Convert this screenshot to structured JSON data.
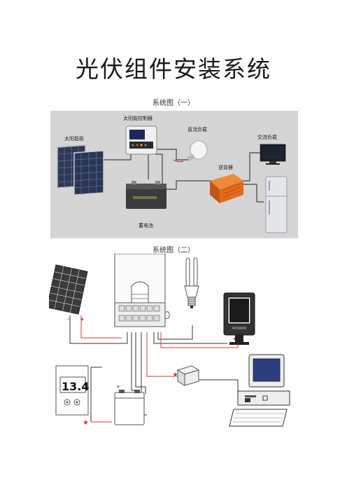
{
  "document": {
    "title": "光伏组件安装系统",
    "figure1_caption": "系统图（一）",
    "figure2_caption": "系统图（二）"
  },
  "figure1": {
    "labels": {
      "solar_panel": "太阳能板",
      "controller": "太阳能控制器",
      "dc_load": "直流负载",
      "ac_load": "交流负载",
      "inverter": "逆变器",
      "battery": "蓄电池"
    }
  },
  "figure2": {
    "lcd_reading": "13.4"
  },
  "colors": {
    "diagram_background": "#d5d5d5",
    "positive_wire": "#d63a3a",
    "negative_wire": "#333333",
    "inverter_orange": "#e36a1e"
  }
}
